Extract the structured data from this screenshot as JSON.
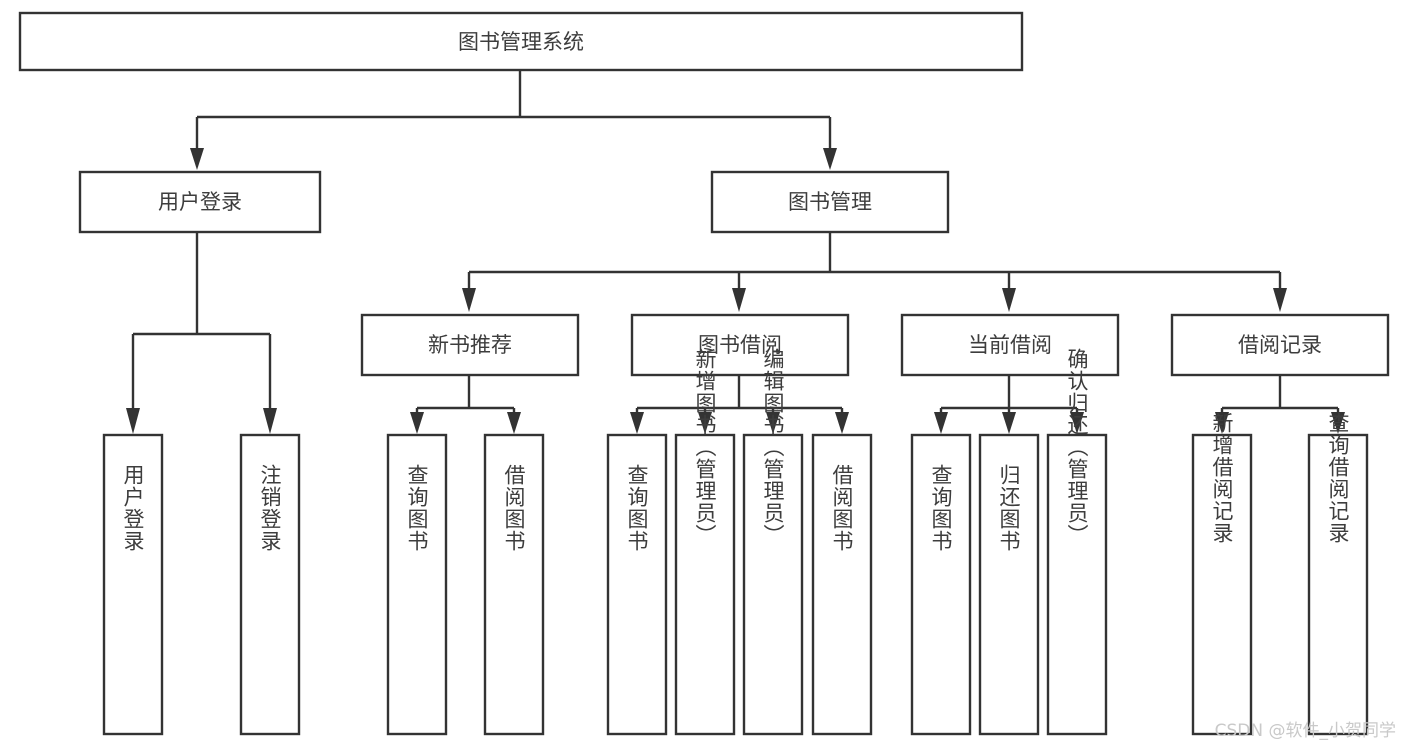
{
  "diagram": {
    "type": "tree",
    "orientation": "top-down",
    "title": "图书管理系统",
    "root": {
      "id": "root",
      "label": "图书管理系统",
      "level": 0,
      "orientation": "horizontal"
    },
    "levels": [
      {
        "level": 1,
        "nodes": [
          {
            "id": "user-login",
            "label": "用户登录",
            "parent": "root"
          },
          {
            "id": "book-manage",
            "label": "图书管理",
            "parent": "root"
          }
        ]
      },
      {
        "level": 2,
        "nodes": [
          {
            "id": "new-book-rec",
            "label": "新书推荐",
            "parent": "book-manage"
          },
          {
            "id": "book-borrow",
            "label": "图书借阅",
            "parent": "book-manage"
          },
          {
            "id": "current-borrow",
            "label": "当前借阅",
            "parent": "book-manage"
          },
          {
            "id": "borrow-record",
            "label": "借阅记录",
            "parent": "book-manage"
          }
        ]
      },
      {
        "level": 3,
        "nodes": [
          {
            "id": "leaf-user-login",
            "label": "用户登录",
            "parent": "user-login"
          },
          {
            "id": "leaf-user-logout",
            "label": "注销登录",
            "parent": "user-login"
          },
          {
            "id": "leaf-rec-query",
            "label": "查询图书",
            "parent": "new-book-rec"
          },
          {
            "id": "leaf-rec-borrow",
            "label": "借阅图书",
            "parent": "new-book-rec"
          },
          {
            "id": "leaf-borrow-query",
            "label": "查询图书",
            "parent": "book-borrow"
          },
          {
            "id": "leaf-borrow-add",
            "label": "新增图书（管理员）",
            "parent": "book-borrow"
          },
          {
            "id": "leaf-borrow-edit",
            "label": "编辑图书（管理员）",
            "parent": "book-borrow"
          },
          {
            "id": "leaf-borrow-lend",
            "label": "借阅图书",
            "parent": "book-borrow"
          },
          {
            "id": "leaf-cur-query",
            "label": "查询图书",
            "parent": "current-borrow"
          },
          {
            "id": "leaf-cur-return",
            "label": "归还图书",
            "parent": "current-borrow"
          },
          {
            "id": "leaf-cur-confirm",
            "label": "确认归还（管理员）",
            "parent": "current-borrow"
          },
          {
            "id": "leaf-rec-add",
            "label": "新增借阅记录",
            "parent": "borrow-record"
          },
          {
            "id": "leaf-rec-query-record",
            "label": "查询借阅记录",
            "parent": "borrow-record"
          }
        ]
      }
    ],
    "colors": {
      "box_fill": "#ffffff",
      "box_stroke": "#333333",
      "text": "#3d3d3d",
      "background": "#ffffff",
      "watermark": "#c9c9c9"
    }
  },
  "watermark": {
    "text": "CSDN @软件_小贺同学"
  }
}
